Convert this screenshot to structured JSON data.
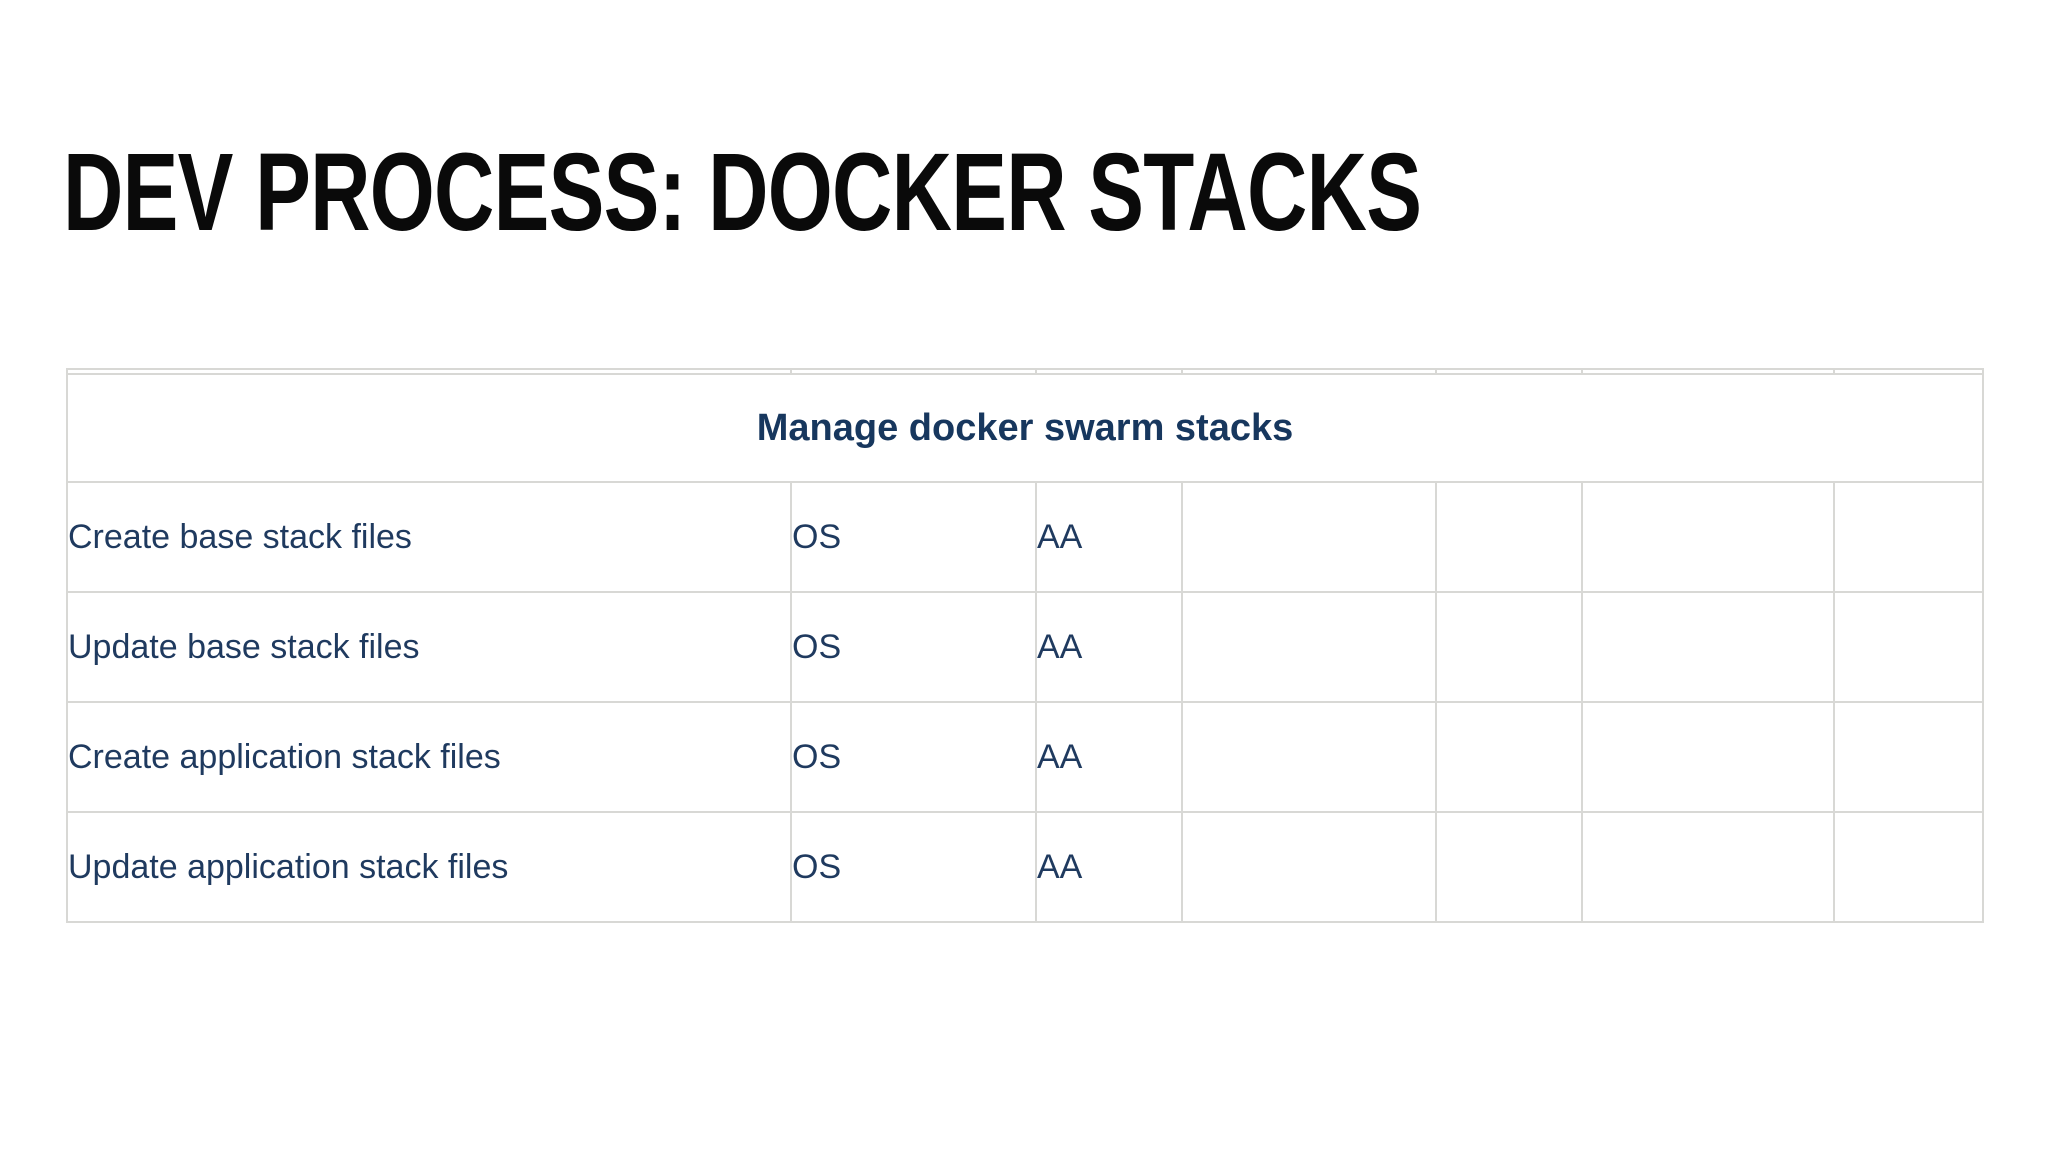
{
  "slide": {
    "title": "DEV PROCESS: DOCKER STACKS"
  },
  "table": {
    "title": "Manage docker swarm stacks",
    "rows": [
      {
        "task": "Create base stack files",
        "owner": "OS",
        "approver": "AA"
      },
      {
        "task": "Update base stack files",
        "owner": "OS",
        "approver": "AA"
      },
      {
        "task": "Create application stack files",
        "owner": "OS",
        "approver": "AA"
      },
      {
        "task": "Update application stack files",
        "owner": "OS",
        "approver": "AA"
      }
    ]
  },
  "colors": {
    "task_cell_bg": "#FAFAD8",
    "header_bg": "#EBEBEB",
    "table_text": "#1F3A5F",
    "header_text": "#17375E",
    "border": "#D8D8D5",
    "title_text": "#0A0A0A",
    "page_bg": "#FFFFFF"
  }
}
